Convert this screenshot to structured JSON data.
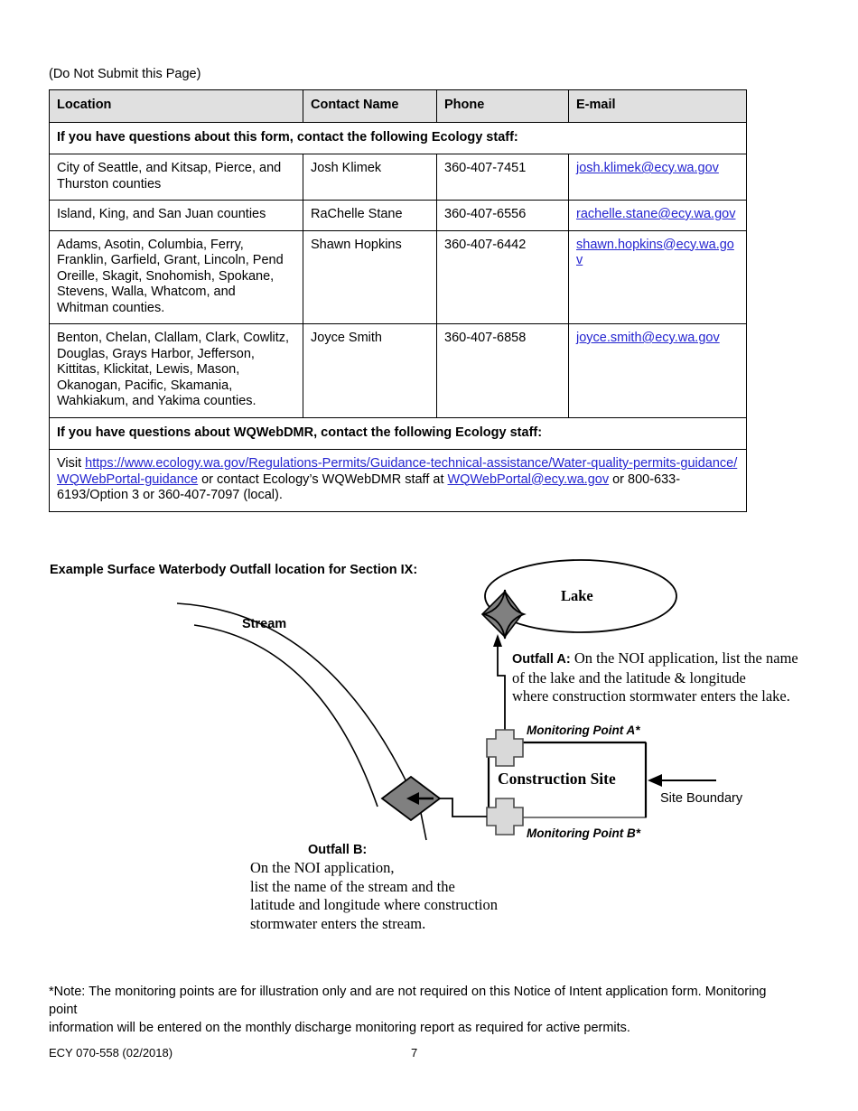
{
  "page": {
    "do_not_submit": "(Do Not Submit this Page)"
  },
  "contact_table": {
    "banner_form": "If you have questions about this form, contact the following Ecology staff:",
    "headers": {
      "location": "Location",
      "contact_name": "Contact Name",
      "phone": "Phone",
      "email": "E-mail"
    },
    "rows": [
      {
        "location_lines": [
          "City of Seattle, and Kitsap, Pierce, and",
          "Thurston counties"
        ],
        "contact_name": "Josh Klimek",
        "phone": "360-407-7451",
        "email": "josh.klimek@ecy.wa.gov"
      },
      {
        "location_lines": [
          "Island, King, and San Juan counties"
        ],
        "contact_name": "RaChelle Stane",
        "phone": "360-407-6556",
        "email": "rachelle.stane@ecy.wa.gov"
      },
      {
        "location_lines": [
          "Adams, Asotin, Columbia, Ferry,",
          "Franklin, Garfield, Grant, Lincoln, Pend",
          "Oreille, Skagit, Snohomish, Spokane,",
          "Stevens, Walla, Whatcom, and",
          "Whitman counties."
        ],
        "contact_name": "Shawn Hopkins",
        "phone": "360-407-6442",
        "email": "shawn.hopkins@ecy.wa.gov"
      },
      {
        "location_lines": [
          "Benton, Chelan, Clallam, Clark, Cowlitz,",
          "Douglas, Grays Harbor, Jefferson,",
          "Kittitas, Klickitat, Lewis, Mason,",
          "Okanogan, Pacific, Skamania,",
          "Wahkiakum, and Yakima counties."
        ],
        "contact_name": "Joyce Smith",
        "phone": "360-407-6858",
        "email": "joyce.smith@ecy.wa.gov"
      }
    ],
    "banner_wqwebdmr": "If you have questions about WQWebDMR, contact the following Ecology staff:",
    "wqwebdmr_note": {
      "prefix": "Visit ",
      "url": "https://www.ecology.wa.gov/Regulations-Permits/Guidance-technical-assistance/Water-quality-permits-guidance/WQWebPortal-guidance",
      "middle": " or contact Ecology’s WQWebDMR staff at ",
      "email": "WQWebPortal@ecy.wa.gov",
      "suffix": " or 800-633-6193/Option 3 or 360-407-7097 (local)."
    }
  },
  "diagram": {
    "title": "Example Surface Waterbody Outfall location for Section IX:",
    "stream_label": "Stream",
    "lake_label": "Lake",
    "construction_site_label": "Construction Site",
    "site_boundary_label": "Site Boundary",
    "monitoring_point_a_label": "Monitoring Point A*",
    "monitoring_point_b_label": "Monitoring Point B*",
    "outfall_a": {
      "head": "Outfall A:",
      "lines": [
        " On the NOI application, list the name",
        "of the lake and the latitude & longitude",
        "where construction stormwater enters the lake."
      ]
    },
    "outfall_b": {
      "head": "Outfall B:",
      "lines": [
        "On the NOI application,",
        "list the name of the stream and the",
        "latitude and longitude where construction",
        "stormwater enters the stream."
      ]
    },
    "colors": {
      "outfall_marker_fill": "#808080",
      "monitoring_point_fill": "#d9d9d9",
      "stroke": "#000000"
    }
  },
  "footnote": {
    "lines": [
      "*Note:  The monitoring points are for illustration only and are not required on this Notice of Intent application form. Monitoring point",
      "information will be entered on the monthly discharge monitoring report as required for active permits."
    ]
  },
  "footer": {
    "form_code": "ECY 070-558 (02/2018)",
    "page_number": "7"
  }
}
